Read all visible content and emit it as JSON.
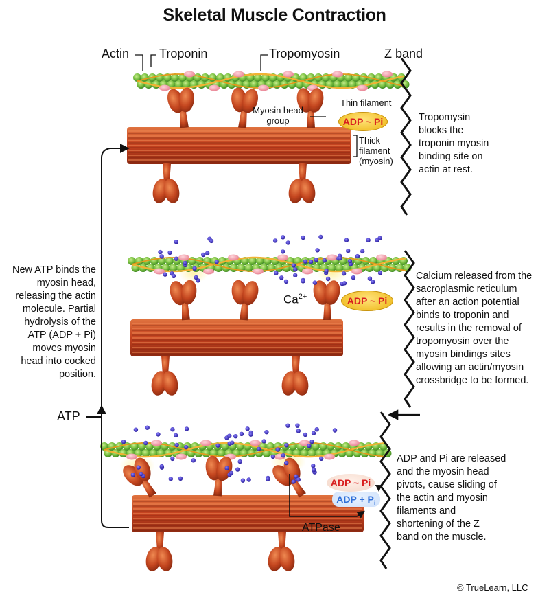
{
  "title": "Skeletal Muscle Contraction",
  "labels": {
    "actin": "Actin",
    "troponin": "Troponin",
    "tropomyosin": "Tropomyosin",
    "z_band": "Z band",
    "thin_filament": "Thin filament",
    "myosin_head_group": "Myosin head group",
    "thick_filament": [
      "Thick",
      "filament",
      "(myosin)"
    ],
    "calcium_base": "Ca",
    "calcium_sup": "2+",
    "atp": "ATP",
    "atpase": "ATPase"
  },
  "badges": {
    "adp_pi": "ADP ~ Pi",
    "adp_plus_pi_base": "ADP + P",
    "adp_plus_pi_sub": "i"
  },
  "descriptions": {
    "stage1": [
      "Tropomysin",
      "blocks the",
      "troponin myosin",
      "binding site on",
      "actin at rest."
    ],
    "stage2": [
      "Calcium released from the",
      "sacroplasmic reticulum",
      "after an action potential",
      "binds to troponin and",
      "results in the removal of",
      "tropomyosin over the",
      "myosin bindings sites",
      "allowing an actin/myosin",
      "crossbridge to be formed."
    ],
    "stage3": [
      "ADP and Pi are released",
      "and the myosin head",
      "pivots, cause sliding of",
      "the actin and myosin",
      "filaments and",
      "shortening of the Z",
      "band on the muscle."
    ],
    "cycle": [
      "New ATP binds the",
      "myosin head,",
      "releasing the actin",
      "molecule. Partial",
      "hydrolysis of the",
      "ATP (ADP + Pi)",
      "moves myosin",
      "head into cocked",
      "position."
    ]
  },
  "copyright": "© TrueLearn, LLC",
  "colors": {
    "actin_bead": "#7cc243",
    "troponin": "#f29aa6",
    "tropomyosin": "#f2b233",
    "thick_filament": "#c4411f",
    "myosin_head": "#c4461f",
    "calcium": "#3a2fb3"
  }
}
